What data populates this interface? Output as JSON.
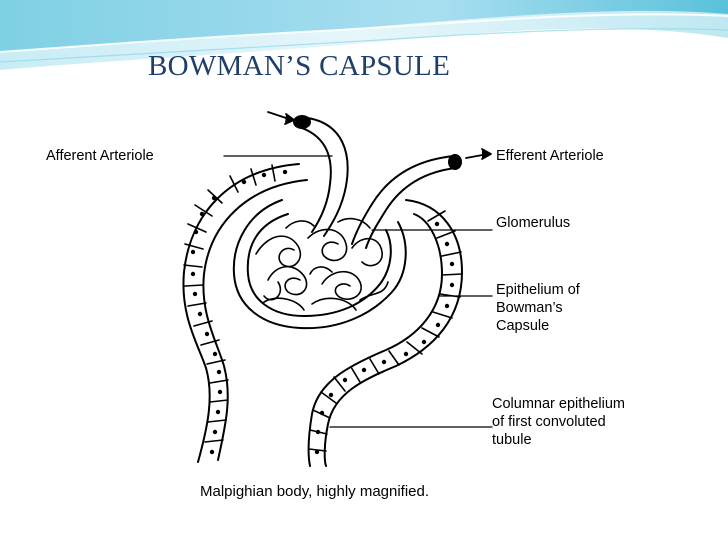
{
  "slide": {
    "title": "BOWMAN’S CAPSULE"
  },
  "diagram": {
    "labels": {
      "afferent": "Afferent Arteriole",
      "efferent": "Efferent Arteriole",
      "glomerulus": "Glomerulus",
      "epithelium_line1": "Epithelium of",
      "epithelium_line2": "Bowman’s",
      "epithelium_line3": "Capsule",
      "columnar_line1": "Columnar epithelium",
      "columnar_line2": "of first convoluted",
      "columnar_line3": "tubule"
    },
    "caption": "Malpighian body, highly magnified."
  },
  "colors": {
    "title": "#1f3f6b",
    "banner_light": "#dff3f9",
    "banner_mid": "#9fdbea",
    "banner_dark": "#5cc4dc",
    "ink": "#000000"
  }
}
